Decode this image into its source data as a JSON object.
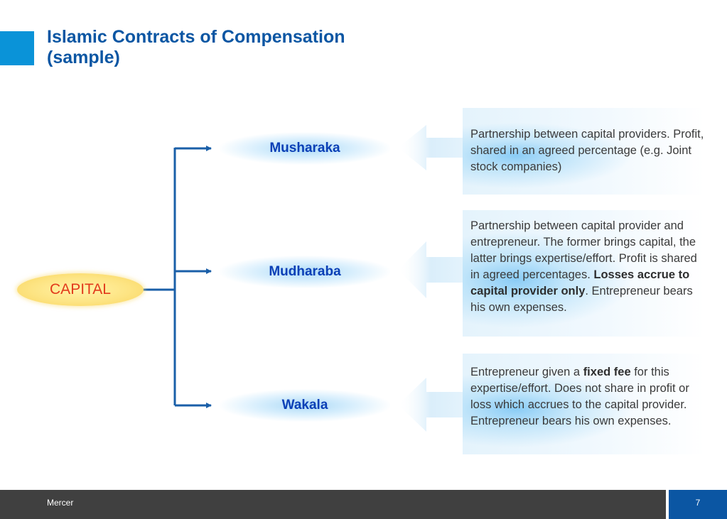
{
  "slide": {
    "title_line1": "Islamic Contracts of Compensation",
    "title_line2": "(sample)"
  },
  "diagram": {
    "root": "CAPITAL",
    "contracts": [
      {
        "name": "Musharaka",
        "description": [
          {
            "text": "Partnership between capital providers. Profit, shared in an agreed percentage (e.g. Joint stock companies)",
            "bold": false
          }
        ]
      },
      {
        "name": "Mudharaba",
        "description": [
          {
            "text": "Partnership between capital provider and entrepreneur. The former brings capital, the latter brings expertise/effort. Profit is shared in agreed percentages. ",
            "bold": false
          },
          {
            "text": "Losses accrue to capital provider only",
            "bold": true
          },
          {
            "text": ". Entrepreneur bears his own expenses.",
            "bold": false
          }
        ]
      },
      {
        "name": "Wakala",
        "description": [
          {
            "text": "Entrepreneur given a ",
            "bold": false
          },
          {
            "text": "fixed fee",
            "bold": true
          },
          {
            "text": " for this expertise/effort. Does not share in profit or loss which accrues to the capital provider. Entrepreneur bears his own expenses.",
            "bold": false
          }
        ]
      }
    ]
  },
  "footer": {
    "brand": "Mercer",
    "page_number": "7"
  },
  "colors": {
    "accent": "#0a93d8",
    "title": "#0b56a3",
    "connector": "#1a5fa8",
    "capital_text": "#e23a1b",
    "contract_text": "#0a3fb6",
    "footer_dark": "#404040",
    "footer_blue": "#0b56a3"
  }
}
